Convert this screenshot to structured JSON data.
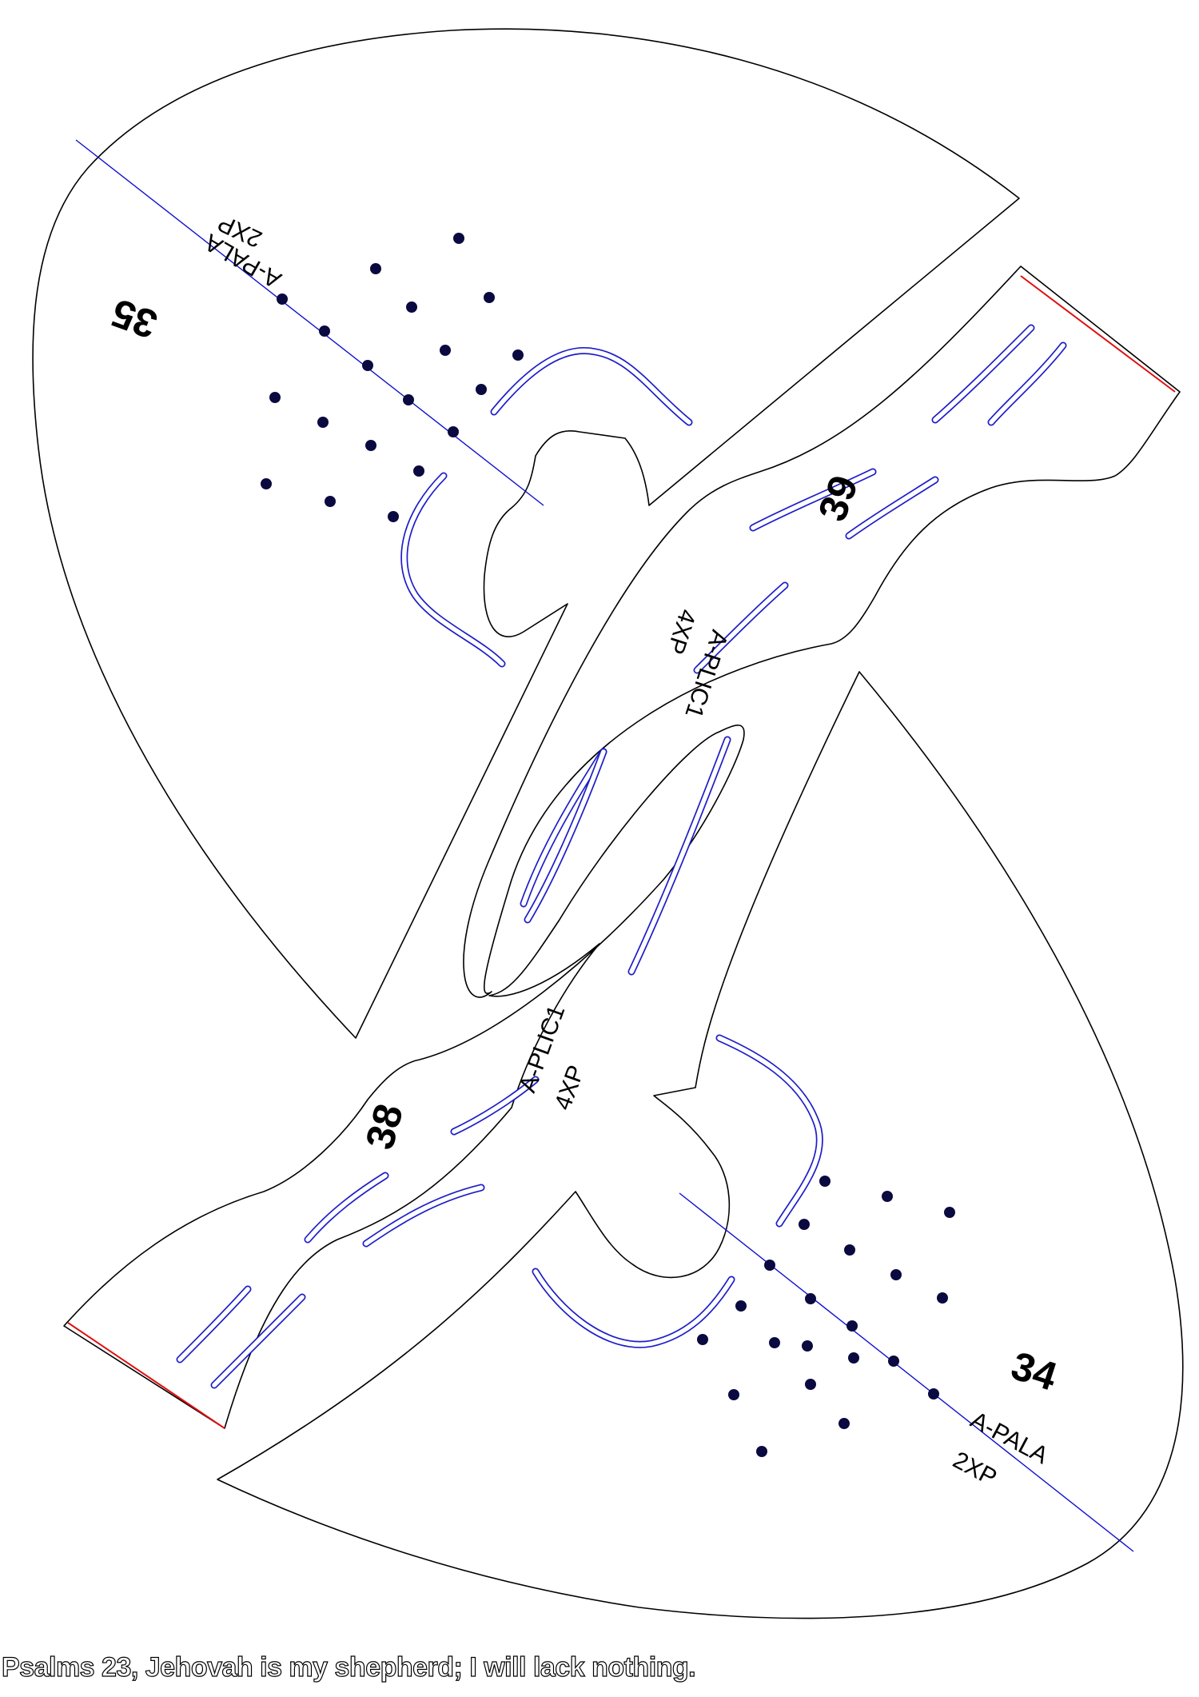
{
  "pieces": [
    {
      "id": "piece-35",
      "number": "35",
      "code": "A-PALA",
      "qty": "2XP"
    },
    {
      "id": "piece-39",
      "number": "39",
      "code": "A-PLIC1",
      "qty": "4XP"
    },
    {
      "id": "piece-38",
      "number": "38",
      "code": "A-PLIC1",
      "qty": "4XP"
    },
    {
      "id": "piece-34",
      "number": "34",
      "code": "A-PALA",
      "qty": "2XP"
    }
  ],
  "caption": "Psalms 23, Jehovah is my shepherd; I will lack nothing.",
  "colors": {
    "outline": "#000000",
    "guide": "#1010d0",
    "edge": "#e01010",
    "dot": "#0a0a40"
  }
}
